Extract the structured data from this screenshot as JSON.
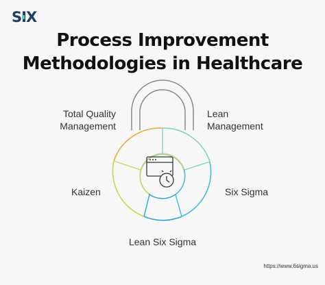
{
  "logo": {
    "text": "SIX"
  },
  "title": {
    "line1": "Process Improvement",
    "line2": "Methodologies in Healthcare"
  },
  "labels": {
    "tqm": [
      "Total Quality",
      "Management"
    ],
    "lean": [
      "Lean",
      "Management"
    ],
    "kaizen": "Kaizen",
    "six_sigma": "Six Sigma",
    "lean_six_sigma": "Lean Six Sigma"
  },
  "footer_url": "https://www.6sigma.us",
  "center_icon": "browser-clock-icon",
  "colors": {
    "shackle": "#8a8a8a",
    "segment_tqm": "#f2a93b",
    "segment_lean": "#7ed6b5",
    "segment_six_sigma": "#36c2d6",
    "segment_lean_six_sigma": "#2aa8cc",
    "segment_kaizen": "#c8d84a",
    "logo_blue": "#1f3d64",
    "logo_accent": "#4fd1c5"
  }
}
